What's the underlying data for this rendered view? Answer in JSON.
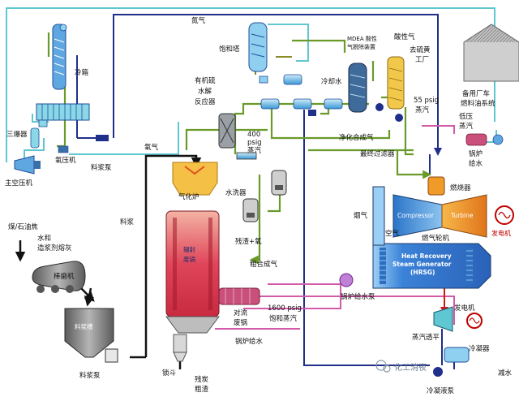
{
  "labels": {
    "main_compressor": "主空压机",
    "cooler": "冷箱",
    "dryer": "三爆器",
    "oxygen_compressor": "氧压机",
    "slurry_pump_top": "料浆泵",
    "nitrogen": "氮气",
    "oxygen": "氧气",
    "coal_coke": "煤/石油焦",
    "water_additive": "水和",
    "additive_line2": "造浆剂熔灰",
    "mill": "棒磨机",
    "slurry": "料浆",
    "slurry_tank": "料浆槽",
    "slurry_pump_bottom": "料浆泵",
    "gasifier": "气化炉",
    "radiant_cooler_line1": "辐射",
    "radiant_cooler_line2": "废锅",
    "lock_hopper": "锁斗",
    "slag_line1": "残炭",
    "slag_line2": "粗渣",
    "convective_cooler_line1": "对流",
    "convective_cooler_line2": "废锅",
    "boiler_water": "锅炉给水",
    "hp_steam_1600": "1600 psig",
    "saturated_steam": "饱和蒸汽",
    "raw_syngas": "粗合成气",
    "scrubber": "水洗器",
    "black_water": "残渣+氧",
    "saturator": "饱和塔",
    "organic_sulfur_line1": "有机硫",
    "organic_sulfur_line2": "水解",
    "organic_sulfur_line3": "反应器",
    "steam_400_line1": "400",
    "steam_400_line2": "psig",
    "steam_400_line3": "蒸汽",
    "cooling_water": "冷却水",
    "mdea_line1": "MDEA 酸性",
    "mdea_line2": "气脱除装置",
    "acid_gas": "酸性气",
    "sulfur_plant_line1": "去硫黄",
    "sulfur_plant_line2": "工厂",
    "steam_55_line1": "55 psig",
    "steam_55_line2": "蒸汽",
    "clean_syngas": "净化合成气",
    "final_filter": "最终过滤器",
    "backup_fuel_line1": "备用厂车",
    "backup_fuel_line2": "燃料油系统",
    "lp_steam_line1": "低压",
    "lp_steam_line2": "蒸汽",
    "boiler_feed_line1": "锅炉",
    "boiler_feed_line2": "给水",
    "combustor": "燃烧器",
    "compressor": "Compressor",
    "turbine": "Turbine",
    "gas_turbine": "燃气轮机",
    "air": "空气",
    "flue_gas": "烟气",
    "generator_right": "发电机",
    "hrsg_line1": "Heat Recovery",
    "hrsg_line2": "Steam Generator",
    "hrsg_line3": "(HRSG)",
    "boiler_feed_pump": "锅炉给水泵",
    "generator_bottom": "发电机",
    "steam_turbine": "蒸汽透平",
    "condenser": "冷凝器",
    "condensate_pump": "冷凝液泵",
    "wm_tail": "减水"
  },
  "watermark": {
    "text": "化工消夜"
  },
  "colors": {
    "pipe_teal": "#5fc7d2",
    "pipe_navy": "#1f2f8a",
    "pipe_green": "#6a9a2a",
    "pipe_olive": "#8a8a2a",
    "pipe_black": "#111111",
    "pipe_pink": "#d25aa8",
    "pipe_red": "#d01818",
    "equipment_blue": "#2b8bd6",
    "hrsg_blue": "#3a82d8",
    "gasifier_red": "#d2344c",
    "turbine_orange": "#f09a2a"
  }
}
